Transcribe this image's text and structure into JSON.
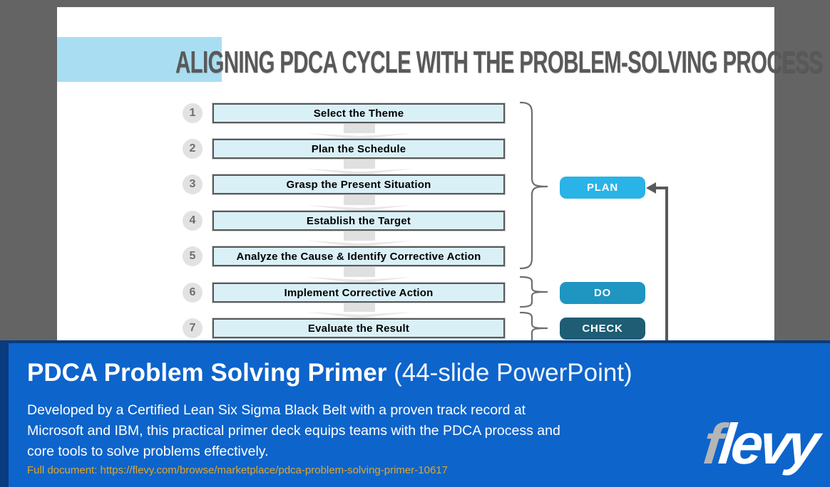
{
  "slide": {
    "title": "ALIGNING PDCA CYCLE WITH THE PROBLEM-SOLVING PROCESS",
    "steps": [
      {
        "num": "1",
        "label": "Select the Theme"
      },
      {
        "num": "2",
        "label": "Plan the Schedule"
      },
      {
        "num": "3",
        "label": "Grasp the Present Situation"
      },
      {
        "num": "4",
        "label": "Establish the Target"
      },
      {
        "num": "5",
        "label": "Analyze the Cause & Identify Corrective Action"
      },
      {
        "num": "6",
        "label": "Implement Corrective Action"
      },
      {
        "num": "7",
        "label": "Evaluate the Result"
      }
    ],
    "phases": [
      {
        "label": "PLAN",
        "color": "#29b3e6",
        "covers_steps": "1-5"
      },
      {
        "label": "DO",
        "color": "#1f95c1",
        "covers_steps": "6"
      },
      {
        "label": "CHECK",
        "color": "#1e5d74",
        "covers_steps": "7"
      }
    ]
  },
  "banner": {
    "title_bold": "PDCA Problem Solving Primer",
    "title_light": " (44-slide PowerPoint)",
    "description_lines": [
      "Developed by a Certified Lean Six Sigma Black Belt with a proven track record at",
      "Microsoft and IBM, this practical primer deck equips teams with the PDCA process and",
      "core tools to solve problems effectively."
    ],
    "link": "Full document: https://flevy.com/browse/marketplace/pdca-problem-solving-primer-10617",
    "logo": {
      "prefix": "f",
      "rest": "levy"
    }
  },
  "colors": {
    "page_background": "#646464",
    "banner_blue": "#0d64cb",
    "banner_navy": "#093b7f",
    "link_gold": "#dfa62a",
    "title_highlight": "#a9def2",
    "step_box_fill": "#daf0f7",
    "step_box_border": "#595959",
    "plan": "#29b3e6",
    "do": "#1f95c1",
    "check": "#1e5d74"
  }
}
